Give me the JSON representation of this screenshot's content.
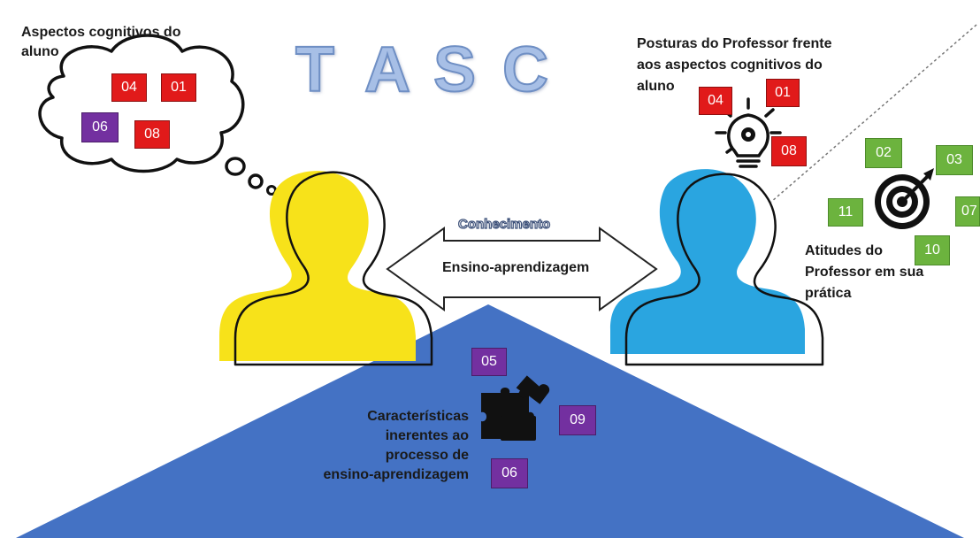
{
  "title": {
    "letters": [
      "T",
      "A",
      "S",
      "C"
    ],
    "fill_color": "#a7bfe6",
    "outline_color": "#6f8fc4"
  },
  "student": {
    "caption": "Aspectos cognitivos do aluno",
    "caption_lines": [
      "Aspectos cognitivos do",
      "aluno"
    ],
    "silhouette_color": "#f7e21a",
    "badges": [
      {
        "label": "04",
        "color": "red"
      },
      {
        "label": "01",
        "color": "red"
      },
      {
        "label": "06",
        "color": "purple"
      },
      {
        "label": "08",
        "color": "red"
      }
    ]
  },
  "teacher": {
    "silhouette_color": "#2aa5e0",
    "postures_caption_lines": [
      "Posturas do Professor frente",
      "aos aspectos cognitivos do",
      "aluno"
    ],
    "postures_badges": [
      {
        "label": "04",
        "color": "red"
      },
      {
        "label": "01",
        "color": "red"
      },
      {
        "label": "08",
        "color": "red"
      }
    ],
    "attitudes_caption_lines": [
      "Atitudes do",
      "Professor em sua",
      "prática"
    ],
    "attitudes_badges": [
      {
        "label": "02",
        "color": "green"
      },
      {
        "label": "03",
        "color": "green"
      },
      {
        "label": "11",
        "color": "green"
      },
      {
        "label": "07",
        "color": "green"
      },
      {
        "label": "10",
        "color": "green"
      }
    ]
  },
  "arrow": {
    "top_label": "Conhecimento",
    "inner_label": "Ensino-aprendizagem"
  },
  "process": {
    "triangle_color": "#4472c4",
    "caption_lines": [
      "Características",
      "inerentes ao",
      "processo de",
      "ensino-aprendizagem"
    ],
    "badges": [
      {
        "label": "05",
        "color": "purple"
      },
      {
        "label": "09",
        "color": "purple"
      },
      {
        "label": "06",
        "color": "purple"
      }
    ]
  },
  "icons": {
    "thought": "thought-cloud-icon",
    "bulb": "lightbulb-gear-icon",
    "target": "target-arrow-icon",
    "puzzle": "puzzle-pieces-icon"
  }
}
